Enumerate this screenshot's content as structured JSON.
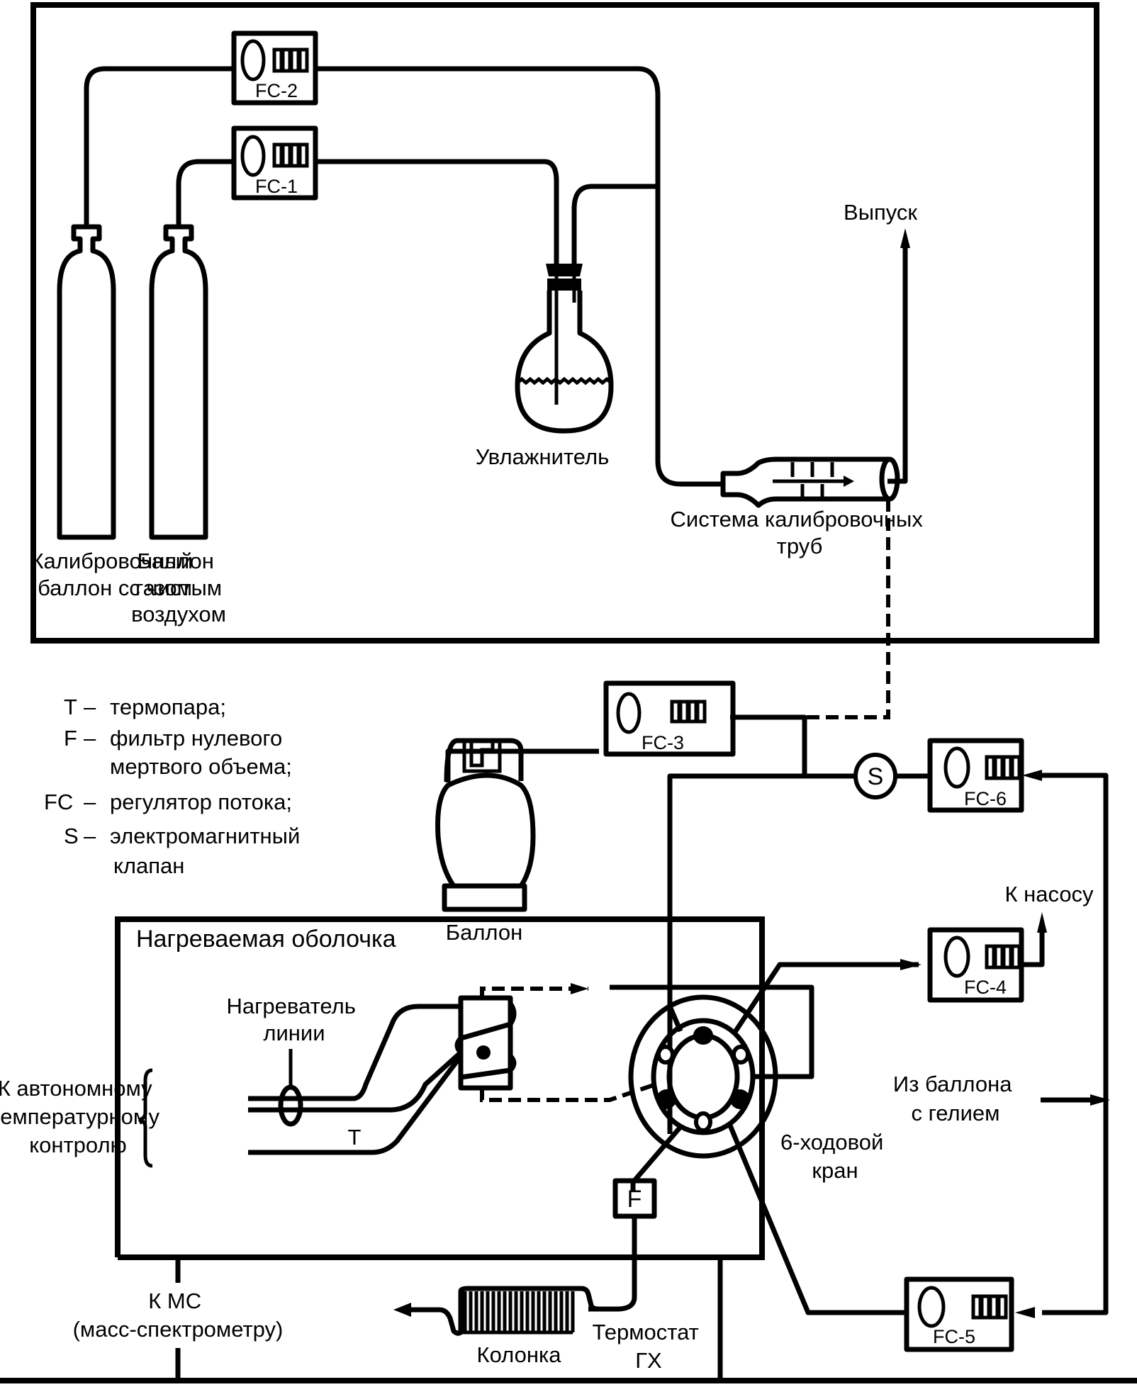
{
  "diagram": {
    "title": "",
    "flow_controllers": [
      {
        "id": "fc2",
        "label": "FC-2"
      },
      {
        "id": "fc1",
        "label": "FC-1"
      },
      {
        "id": "fc3",
        "label": "FC-3"
      },
      {
        "id": "fc6",
        "label": "FC-6"
      },
      {
        "id": "fc4",
        "label": "FC-4"
      },
      {
        "id": "fc5",
        "label": "FC-5"
      }
    ],
    "labels": {
      "calib_cylinder": [
        "Калибровочный",
        "баллон с газом"
      ],
      "clean_air_cylinder": [
        "Баллон",
        "с чистым",
        "воздухом"
      ],
      "humidifier": "Увлажнитель",
      "calib_tubes": [
        "Система калибровочных",
        "труб"
      ],
      "exhaust": "Выпуск",
      "cylinder": "Баллон",
      "heated_jacket": "Нагреваемая оболочка",
      "line_heater": [
        "Нагреватель",
        "линии"
      ],
      "temp_control": [
        "К автономному",
        "температурному",
        "контролю"
      ],
      "thermocouple_mark": "T",
      "to_pump": "К насосу",
      "from_helium": [
        "Из баллона",
        "с гелием"
      ],
      "six_port_valve": [
        "6-ходовой",
        "кран"
      ],
      "filter_mark": "F",
      "solenoid_mark": "S",
      "to_ms": [
        "К МС",
        "(масс-спектрометру)"
      ],
      "column": "Колонка",
      "gc_oven": [
        "Термостат",
        "ГХ"
      ]
    },
    "legend": [
      {
        "key": "T",
        "desc": [
          "термопара;"
        ]
      },
      {
        "key": "F",
        "desc": [
          "фильтр нулевого",
          "мертвого объема;"
        ]
      },
      {
        "key": "FC",
        "desc": [
          "регулятор потока;"
        ]
      },
      {
        "key": "S",
        "desc": [
          "электромагнитный",
          "клапан"
        ]
      }
    ],
    "legend_dash": "–"
  }
}
